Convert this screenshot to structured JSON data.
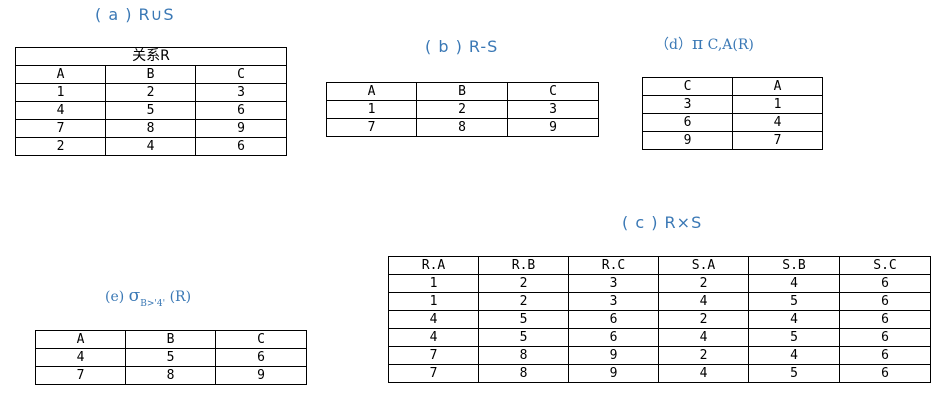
{
  "captions": {
    "a": "( a ) R∪S",
    "b": "( b ) R-S",
    "d_prefix": "（d）",
    "d_pi": "π",
    "d_rest": " C,A(R)",
    "e_prefix": "(e) ",
    "e_sigma": "σ",
    "e_sub": "B>'4'",
    "e_rest": " (R)",
    "c": "( c ) R×S"
  },
  "table_a": {
    "title": "关系R",
    "headers": [
      "A",
      "B",
      "C"
    ],
    "rows": [
      [
        "1",
        "2",
        "3"
      ],
      [
        "4",
        "5",
        "6"
      ],
      [
        "7",
        "8",
        "9"
      ],
      [
        "2",
        "4",
        "6"
      ]
    ]
  },
  "table_b": {
    "headers": [
      "A",
      "B",
      "C"
    ],
    "rows": [
      [
        "1",
        "2",
        "3"
      ],
      [
        "7",
        "8",
        "9"
      ]
    ]
  },
  "table_d": {
    "headers": [
      "C",
      "A"
    ],
    "rows": [
      [
        "3",
        "1"
      ],
      [
        "6",
        "4"
      ],
      [
        "9",
        "7"
      ]
    ]
  },
  "table_e": {
    "headers": [
      "A",
      "B",
      "C"
    ],
    "rows": [
      [
        "4",
        "5",
        "6"
      ],
      [
        "7",
        "8",
        "9"
      ]
    ]
  },
  "table_c": {
    "headers": [
      "R.A",
      "R.B",
      "R.C",
      "S.A",
      "S.B",
      "S.C"
    ],
    "rows": [
      [
        "1",
        "2",
        "3",
        "2",
        "4",
        "6"
      ],
      [
        "1",
        "2",
        "3",
        "4",
        "5",
        "6"
      ],
      [
        "4",
        "5",
        "6",
        "2",
        "4",
        "6"
      ],
      [
        "4",
        "5",
        "6",
        "4",
        "5",
        "6"
      ],
      [
        "7",
        "8",
        "9",
        "2",
        "4",
        "6"
      ],
      [
        "7",
        "8",
        "9",
        "4",
        "5",
        "6"
      ]
    ]
  }
}
